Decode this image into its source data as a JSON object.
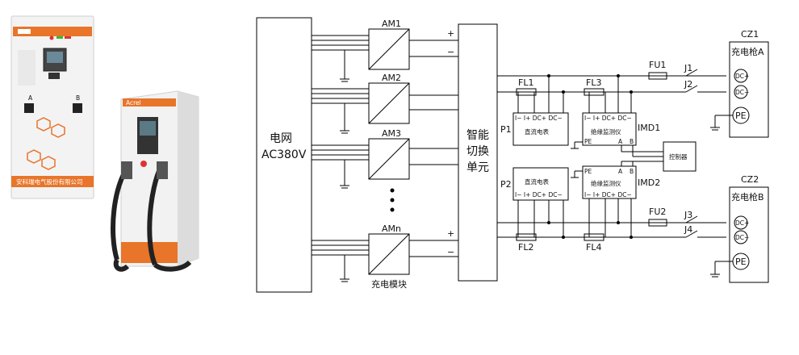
{
  "colors": {
    "accent_orange": "#e8752a",
    "cabinet_white": "#f3f3f3",
    "cabinet_gray": "#cfcfcf",
    "line": "#000000"
  },
  "product": {
    "company_name": "安科瑞电气股份有限公司",
    "logo_text": "Acrel",
    "port_a": "A",
    "port_b": "B"
  },
  "diagram": {
    "grid_label_1": "电网",
    "grid_label_2": "AC380V",
    "module_labels": [
      "AM1",
      "AM2",
      "AM3",
      "AMn"
    ],
    "module_group_label": "充电模块",
    "switch_unit_lines": [
      "智能",
      "切换",
      "单元"
    ],
    "plus_sign": "+",
    "minus_sign": "−",
    "filters": [
      "FL1",
      "FL3",
      "FL2",
      "FL4"
    ],
    "meter_name": "直流电表",
    "imd_name": "绝缘监测仪",
    "meter_terminals": "I−  I+ DC+ DC−",
    "imd_terminals": "I−  I+ DC+ DC−",
    "imd_labels": [
      "IMD1",
      "IMD2"
    ],
    "pe_small": "PE",
    "a_term": "A",
    "b_term": "B",
    "controller": "控制器",
    "p_labels": [
      "P1",
      "P2"
    ],
    "fuses": [
      "FU1",
      "FU2"
    ],
    "relays": [
      "J1",
      "J2",
      "J3",
      "J4"
    ],
    "gun_box_ids": [
      "CZ1",
      "CZ2"
    ],
    "gun_names": [
      "充电枪A",
      "充电枪B"
    ],
    "dc_plus": "DC+",
    "dc_minus": "DC−",
    "pe": "PE"
  }
}
